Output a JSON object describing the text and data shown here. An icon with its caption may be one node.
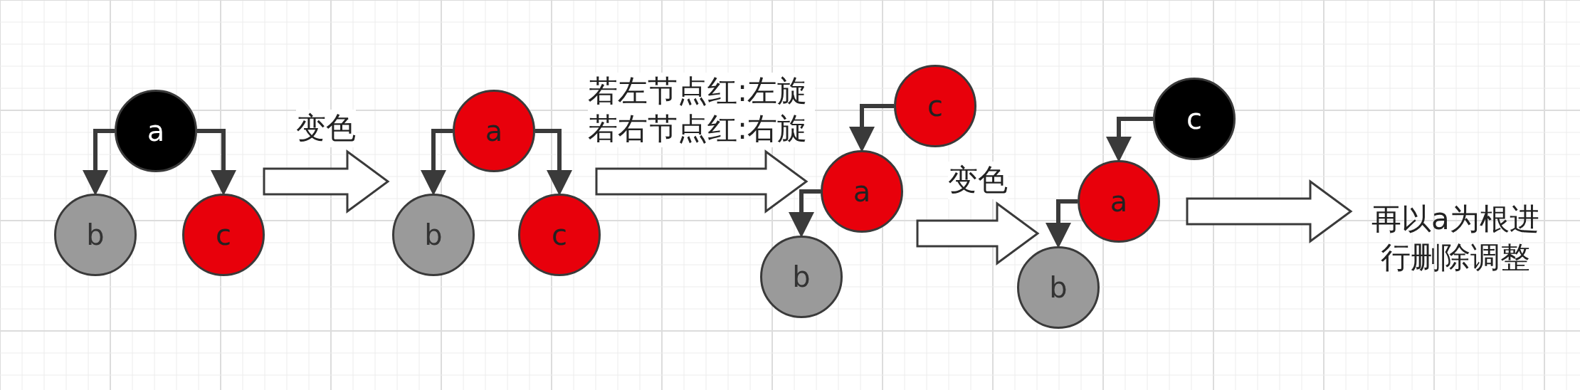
{
  "diagram": {
    "nodes": [
      {
        "text": [
          "a"
        ]
      },
      {
        "text": [
          "b"
        ]
      },
      {
        "text": [
          "c"
        ]
      },
      {
        "text": [
          "a"
        ]
      },
      {
        "text": [
          "b"
        ]
      },
      {
        "text": [
          "c"
        ]
      },
      {
        "text": [
          "c"
        ]
      },
      {
        "text": [
          "a"
        ]
      },
      {
        "text": [
          "b"
        ]
      },
      {
        "text": [
          "c"
        ]
      },
      {
        "text": [
          "a"
        ]
      },
      {
        "text": [
          "b"
        ]
      },
      {
        "text": [
          "再以a为根进行删除调整"
        ]
      }
    ],
    "edges": [
      {
        "from": 0,
        "to": 1,
        "arrow": "to"
      },
      {
        "from": 0,
        "to": 2,
        "arrow": "to"
      },
      {
        "from": 3,
        "to": 4,
        "arrow": "to"
      },
      {
        "from": 3,
        "to": 5,
        "arrow": "to"
      },
      {
        "from": 6,
        "to": 7,
        "arrow": "to"
      },
      {
        "from": 7,
        "to": 8,
        "arrow": "to"
      },
      {
        "from": 9,
        "to": 10,
        "arrow": "to"
      },
      {
        "from": 10,
        "to": 11,
        "arrow": "to"
      },
      {
        "from": 2,
        "to": 4,
        "arrow": "to",
        "label": "变色"
      },
      {
        "from": 5,
        "to": 7,
        "arrow": "to",
        "label": "若左节点红:左旋若右节点红:右旋"
      },
      {
        "from": 7,
        "to": 10,
        "arrow": "to",
        "label": "变色"
      },
      {
        "from": 10,
        "to": 12,
        "arrow": "to"
      }
    ]
  }
}
